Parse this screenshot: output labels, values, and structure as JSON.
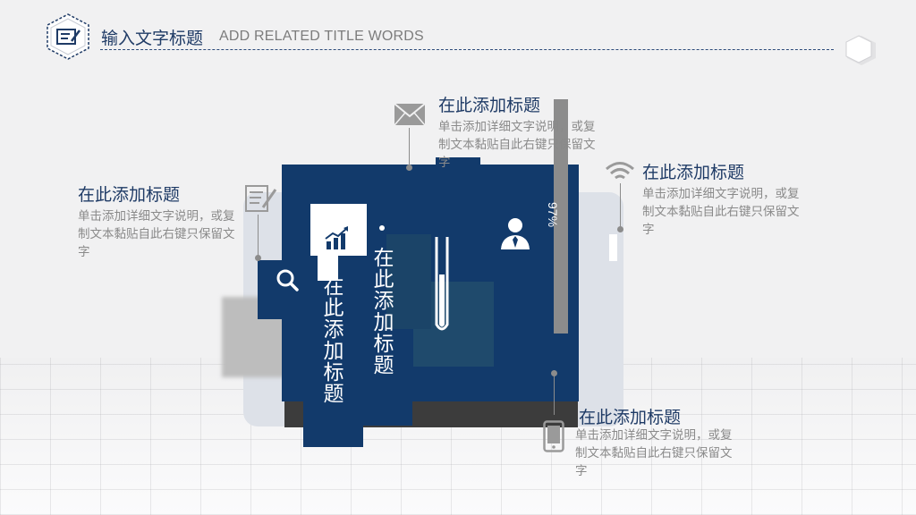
{
  "header": {
    "title_cn": "输入文字标题",
    "title_en": "ADD RELATED TITLE WORDS"
  },
  "center": {
    "vertical_title_1": "在此添加标题",
    "vertical_title_2": "在此添加标题",
    "progress_label": "97%",
    "progress": 0.97
  },
  "callouts": [
    {
      "title": "在此添加标题",
      "body": "单击添加详细文字说明，或复制文本黏贴自此右键只保留文字"
    },
    {
      "title": "在此添加标题",
      "body": "单击添加详细文字说明，或复制文本黏贴自此右键只保留文字"
    },
    {
      "title": "在此添加标题",
      "body": "单击添加详细文字说明，或复制文本黏贴自此右键只保留文字"
    },
    {
      "title": "在此添加标题",
      "body": "单击添加详细文字说明，或复制文本黏贴自此右键只保留文字"
    }
  ],
  "icons": [
    "notepad-icon",
    "envelope-icon",
    "wifi-icon",
    "mobile-phone-icon",
    "search-icon",
    "chart-icon",
    "user-icon",
    "test-tube-icon"
  ],
  "colors": {
    "navy": "#123a6b",
    "title": "#1f3b66",
    "gray_text": "#8a8a8a",
    "dark_gray": "#3c3c3c"
  }
}
